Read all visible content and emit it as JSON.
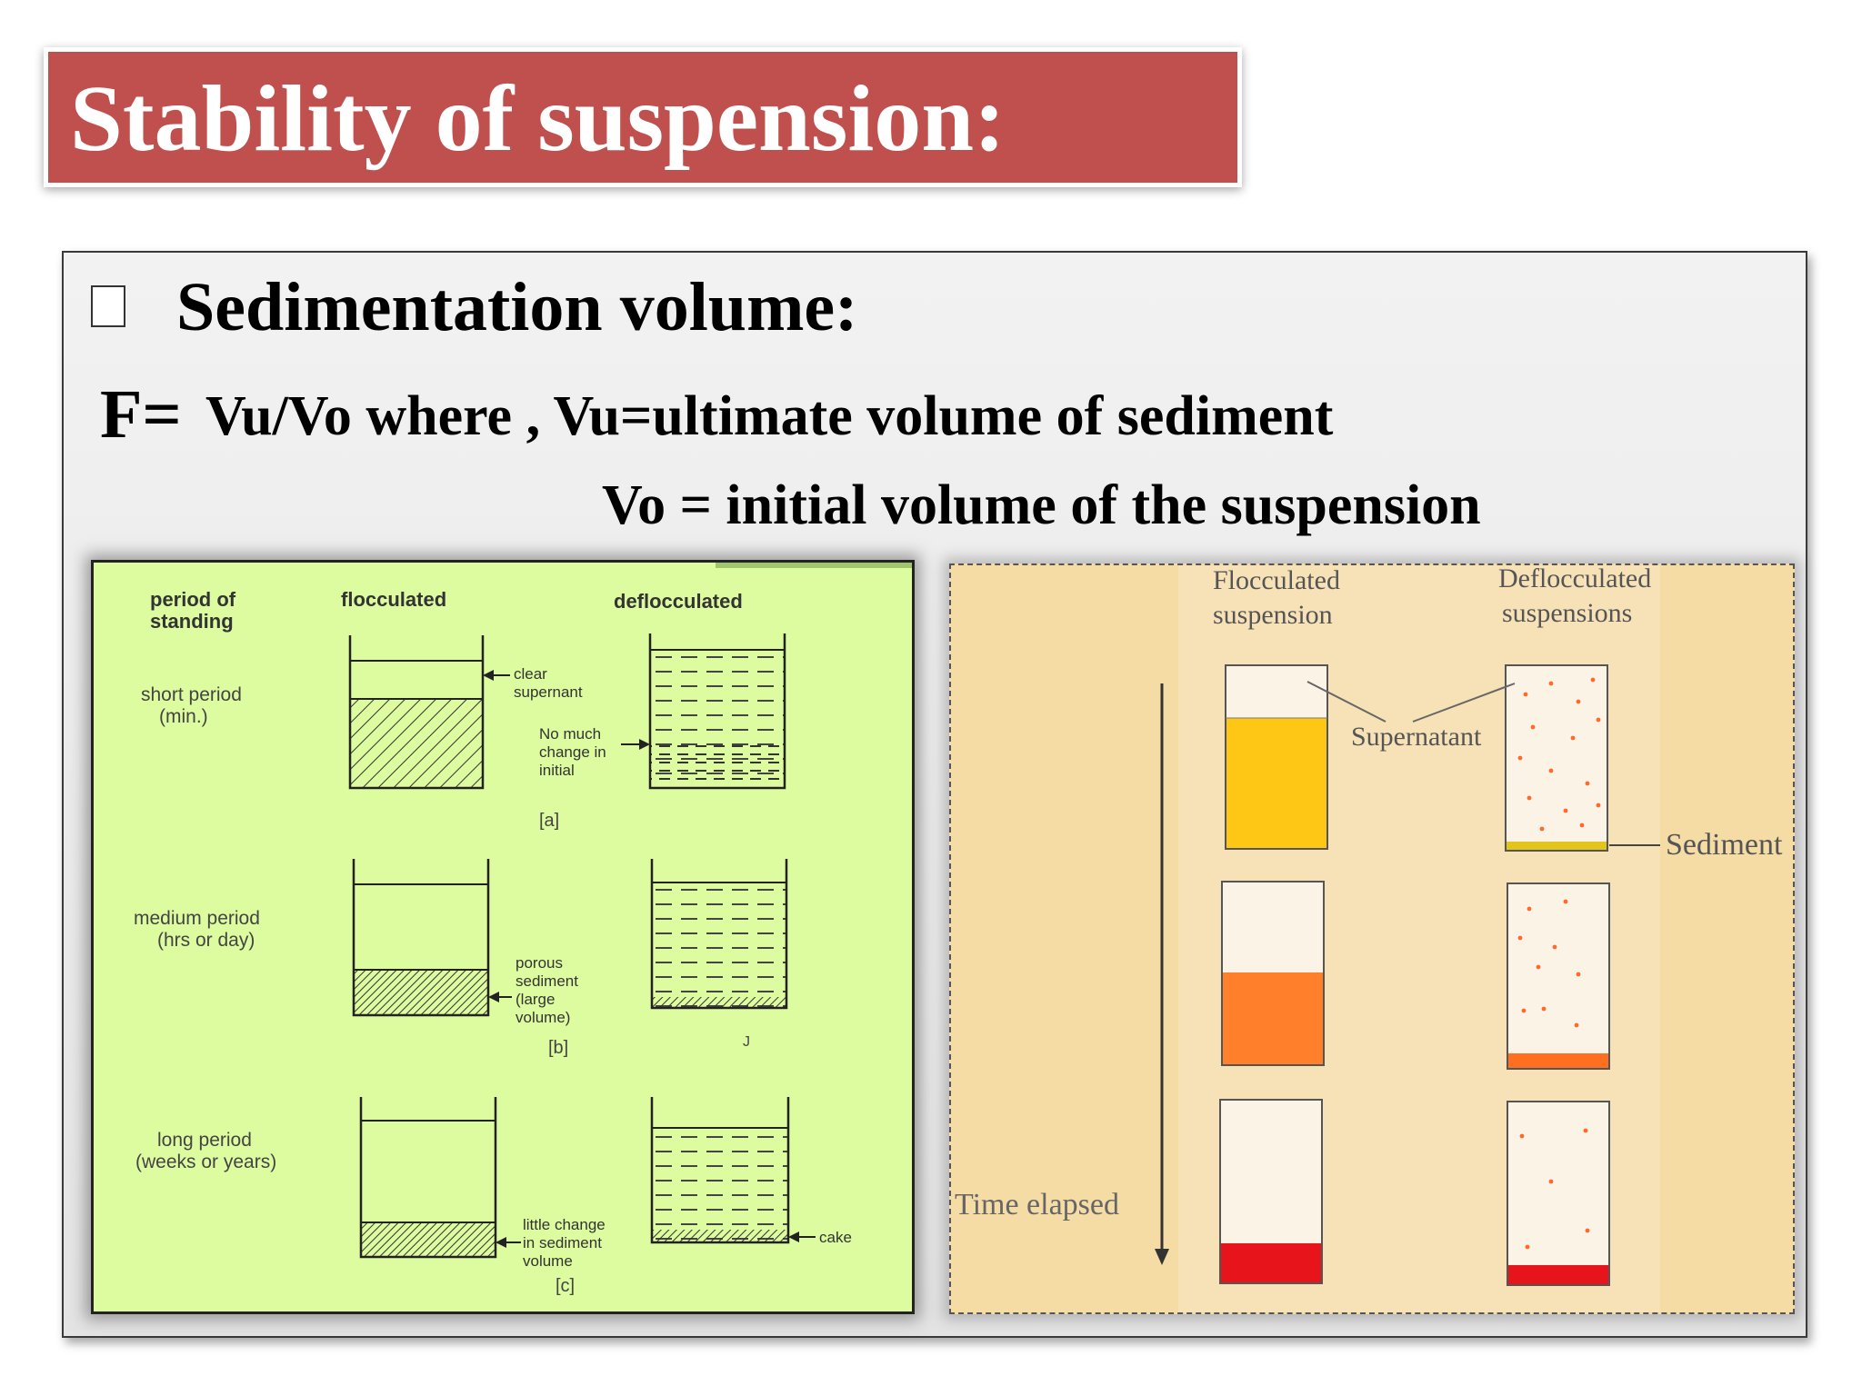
{
  "title": "Stability of suspension:",
  "bullet": {
    "heading": "Sedimentation volume:",
    "formula_f": "F=",
    "formula_rest": "Vu/Vo where , Vu=ultimate volume of sediment",
    "formula_vo": "Vo = initial volume of the suspension"
  },
  "left_figure": {
    "header_period": [
      "period of",
      "standing"
    ],
    "header_flocculated": "flocculated",
    "header_deflocculated": "deflocculated",
    "rows": [
      {
        "period": [
          "short period",
          "(min.)"
        ],
        "floc_note": [
          "clear",
          "supernant"
        ],
        "defloc_note": [
          "No much",
          "change in",
          "initial"
        ],
        "label": "[a]"
      },
      {
        "period": [
          "medium period",
          "(hrs or day)"
        ],
        "floc_note": [
          "porous",
          "sediment",
          "(large",
          "volume)"
        ],
        "defloc_note": [
          "J"
        ],
        "label": "[b]"
      },
      {
        "period": [
          "long period",
          "(weeks or years)"
        ],
        "floc_note": [
          "little change",
          "in sediment",
          "volume"
        ],
        "defloc_note": [
          "cake"
        ],
        "label": "[c]"
      }
    ]
  },
  "right_figure": {
    "flocculated_title": [
      "Flocculated",
      "suspension"
    ],
    "deflocculated_title": [
      "Deflocculated",
      "suspensions"
    ],
    "supernatant_label": "Supernatant",
    "sediment_label": "Sediment",
    "time_label": "Time elapsed",
    "colors": {
      "background_outer": "#f5dca5",
      "background_inner": "#f7e1b6",
      "stage1_floc": "#ffc715",
      "stage2_floc": "#ff7f2a",
      "stage3_floc": "#e8141b",
      "stage1_defloc": "#e2c51c",
      "stage2_defloc": "#ff6f1f",
      "stage3_defloc": "#e8141b",
      "particles": "#ff6a2a"
    }
  }
}
